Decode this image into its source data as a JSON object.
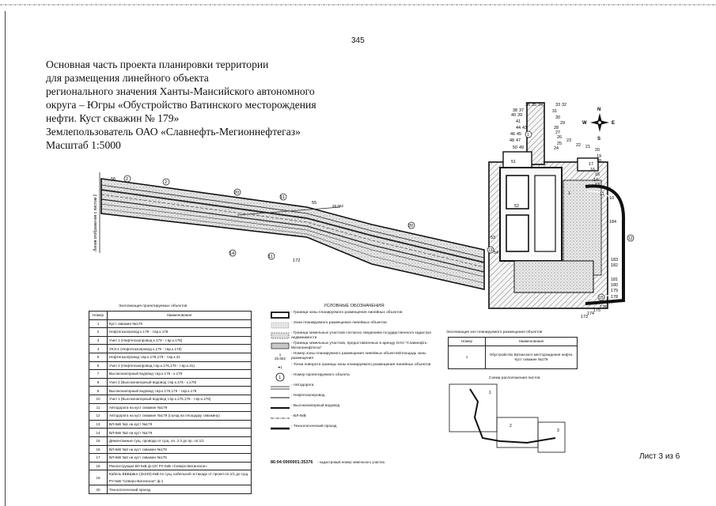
{
  "page_number": "345",
  "title_lines": [
    "Основная часть проекта планировки территории",
    "для размещения линейного объекта",
    "регионального значения Ханты-Мансийского автономного",
    "округа – Югры «Обустройство Ватинского месторождения",
    "нефти. Куст скважин № 179»",
    "Землепользователь ОАО «Славнефть-Мегионнефтегаз»",
    "Масштаб 1:5000"
  ],
  "sheet": "Лист 3 из 6",
  "map": {
    "side_label": "Линия отображения с листом 2",
    "compass": {
      "n": "N",
      "s": "S",
      "e": "E",
      "w": "W"
    },
    "line_label": "55",
    "distance": "25.662",
    "route_numbers": [
      "56",
      "2",
      "2",
      "20",
      "11",
      "55",
      "20",
      "14",
      "11",
      "172"
    ],
    "point_numbers": [
      "36",
      "35",
      "34",
      "33",
      "32",
      "38",
      "37",
      "40",
      "39",
      "41",
      "31",
      "30",
      "29",
      "28",
      "27",
      "44",
      "43",
      "46",
      "45",
      "48",
      "47",
      "26",
      "25",
      "24",
      "23",
      "22",
      "50",
      "49",
      "21",
      "20",
      "19",
      "18",
      "17",
      "16",
      "15",
      "14",
      "13",
      "12",
      "11",
      "10",
      "51",
      "52",
      "1",
      "184",
      "183",
      "182",
      "181",
      "180",
      "179",
      "178",
      "177",
      "176",
      "175",
      "174",
      "173",
      "53",
      "54"
    ],
    "circle_labels": [
      "12",
      "13",
      "15",
      "1"
    ]
  },
  "table1": {
    "caption": "Экспликация проектируемых объектов",
    "headers": [
      "Номер",
      "Наименование"
    ],
    "rows": [
      [
        "1",
        "Куст скважин №179"
      ],
      [
        "2",
        "Нефтегазопровод к.179 - т.вр.к.176"
      ],
      [
        "3",
        "Узел 1 (Нефтегазопровод к.179 - т.вр.к.176)"
      ],
      [
        "4",
        "УКЭ-1 (Нефтегазопровод к.179 - т.вр.к.176)"
      ],
      [
        "5",
        "Нефтегазопровод т.вр.к.176,179 - т.вр.к.31"
      ],
      [
        "6",
        "Узел 2 (Нефтегазопровод т.вр.к.176,179 - т.вр.к.31)"
      ],
      [
        "7",
        "Высоконапорный водовод т.вр.к.176 - к.179"
      ],
      [
        "8",
        "Узел 2 (Высоконапорный водовод т.вр.к.176 - к.179)"
      ],
      [
        "9",
        "Высоконапорный водовод т.вр.к.176,179 - т.вр.к.176"
      ],
      [
        "10",
        "Узел 1 (Высоконапорный водовод т.вр.к.176,179 - т.вр.к.176)"
      ],
      [
        "11",
        "Автодорога на куст скважин №179"
      ],
      [
        "12",
        "Автодорога на куст скважин №179 (съезд на площадку скважину)"
      ],
      [
        "13",
        "ВЛ-6кВ №1 на куст №179"
      ],
      [
        "14",
        "ВЛ-6кВ №2 на куст №179"
      ],
      [
        "15",
        "Демонтажные сущ. провода от сущ. оп. 2.3 до пр. оп.1/1"
      ],
      [
        "16",
        "ВЛ-6кВ №2 на куст скважин №178"
      ],
      [
        "17",
        "ВЛ-6кВ №2 на куст скважин №176"
      ],
      [
        "18",
        "Реконструкция ВЛ 6кВ ф-10т РУ-6кВ «Северо-Ватинское»"
      ],
      [
        "19",
        "Кабель ВББШвнг-(3х240)-6кВ по сущ. кабельной эстакаде от проект.оп.1/1 до сущ. РУ-6кВ \"Северо-Ватинское\" ф-1"
      ],
      [
        "20",
        "Технологический проезд"
      ]
    ]
  },
  "legend": {
    "heading": "УСЛОВНЫЕ ОБОЗНАЧЕНИЯ:",
    "items": [
      "- Граница зоны планируемого размещения линейных объектов",
      "- Зона планируемого размещения линейных объектов",
      "- Граница земельных участков согласно сведениям государственного кадастра недвижимости",
      "- Граница земельных участков, предоставленных в аренду ОАО \"Славнефть-Мегионнефтегаз\"",
      "- Номер зоны планируемого размещения линейных объектов/площадь зоны размещения",
      "- Точки поворота границы зоны планируемого размещения линейных объектов",
      "- Номер проектируемого объекта",
      "- Автодорога",
      "- Нефтегазопровод",
      "- Высоконапорный водовод",
      "- ВЛ-6кВ",
      "- Технологический проезд"
    ],
    "zone_num": "1",
    "zone_area": "25.662",
    "point_sym": "1",
    "obj_num": "1",
    "cadastral": "86:04:0000001:35376",
    "cadastral_desc": "- кадастровый номер земельного участка"
  },
  "table2": {
    "caption": "Экспликация зон планируемого размещения объектов",
    "headers": [
      "Номер",
      "Наименование"
    ],
    "rows": [
      [
        "1",
        "Обустройство Ватинского месторождения нефти. Куст скважин №179"
      ]
    ]
  },
  "scheme": {
    "caption": "Схема расположения листов",
    "labels": [
      "1",
      "2",
      "3"
    ]
  }
}
